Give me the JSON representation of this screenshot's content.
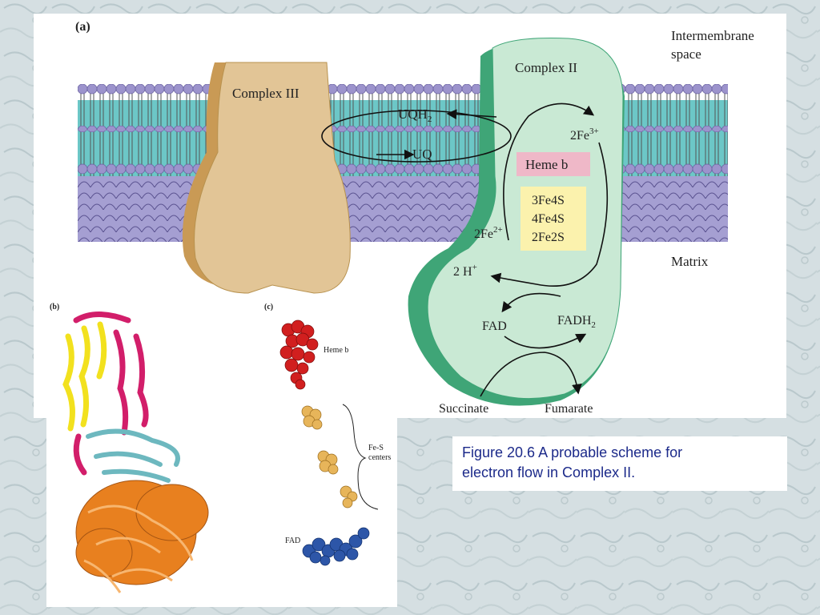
{
  "panel_a": {
    "label": "(a)",
    "intermembrane_label_1": "Intermembrane",
    "intermembrane_label_2": "space",
    "matrix_label": "Matrix",
    "complex3_label": "Complex III",
    "complex2_label": "Complex II",
    "uqh2_label": "UQH",
    "uqh2_sub": "2",
    "uq_label": "UQ",
    "fe3_label": "2Fe",
    "fe3_sup": "3+",
    "fe2_label": "2Fe",
    "fe2_sup": "2+",
    "heme_b_label": "Heme b",
    "fes_1": "3Fe4S",
    "fes_2": "4Fe4S",
    "fes_3": "2Fe2S",
    "h_label": "2 H",
    "h_sup": "+",
    "fad_label": "FAD",
    "fadh2_label": "FADH",
    "fadh2_sub": "2",
    "succinate_label": "Succinate",
    "fumarate_label": "Fumarate"
  },
  "panel_b": {
    "label": "(b)"
  },
  "panel_c": {
    "label": "(c)",
    "heme_label": "Heme b",
    "fes_label_1": "Fe-S",
    "fes_label_2": "centers",
    "fad_label": "FAD"
  },
  "caption": {
    "line1": "Figure 20.6  A probable scheme for",
    "line2": "electron flow in Complex II."
  },
  "colors": {
    "membrane_teal": "#6cc7c7",
    "lipid_head": "#9c93cc",
    "complex3_fill": "#e2c596",
    "complex2_fill": "#c9e9d4",
    "complex2_edge": "#3fa577",
    "heme_box": "#efb8c8",
    "fes_box": "#fbf2ad",
    "caption_text": "#1c2a8a"
  }
}
